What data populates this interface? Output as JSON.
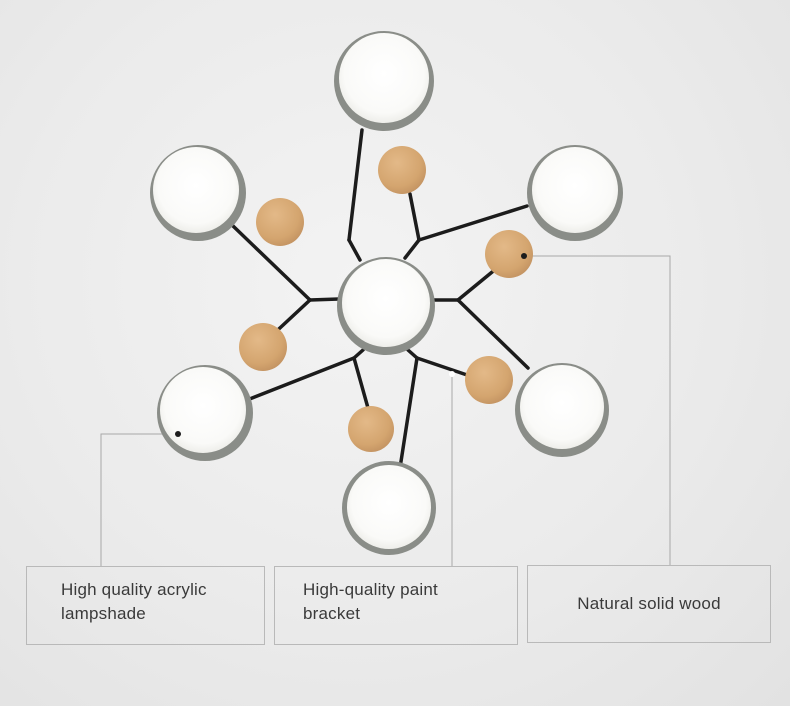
{
  "callouts": {
    "acrylic": {
      "line1": "High quality acrylic",
      "line2": "lampshade"
    },
    "bracket": {
      "line1": "High-quality paint",
      "line2": "bracket"
    },
    "wood": {
      "text": "Natural solid wood"
    }
  },
  "colors": {
    "background": "#ebebeb",
    "shade_rim": "#8a8d88",
    "shade_face": "#fbfbfa",
    "bracket": "#1c1c1c",
    "wood": "#d7aa76",
    "callout_line": "#a8a8a8"
  }
}
